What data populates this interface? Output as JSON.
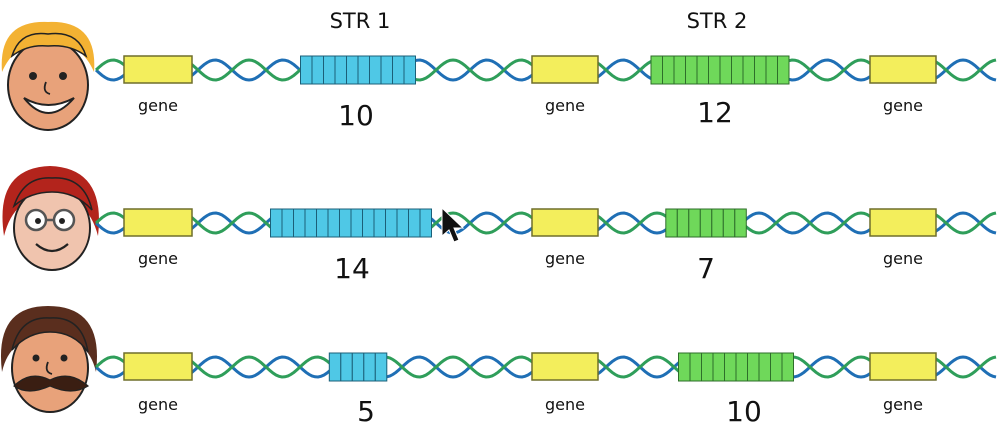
{
  "headers": [
    "STR 1",
    "STR 2"
  ],
  "gene_label": "gene",
  "people": [
    {
      "face": "blond-hair-face",
      "str1_repeats": 10,
      "str1_label": "10",
      "str2_repeats": 12,
      "str2_label": "12"
    },
    {
      "face": "red-hair-glasses-face",
      "str1_repeats": 14,
      "str1_label": "14",
      "str2_repeats": 7,
      "str2_label": "7"
    },
    {
      "face": "mustache-face",
      "str1_repeats": 5,
      "str1_label": "5",
      "str2_repeats": 10,
      "str2_label": "10"
    }
  ],
  "colors": {
    "strand_blue": "#1f6fb5",
    "strand_green": "#2f9e5a",
    "gene": "#f3ee5c",
    "str1": "#4fc8e6",
    "str2": "#6fd85a",
    "cursor": "#111111"
  },
  "icons": [
    "blond-hair-face",
    "red-hair-glasses-face",
    "mustache-face",
    "arrow-cursor-icon"
  ]
}
